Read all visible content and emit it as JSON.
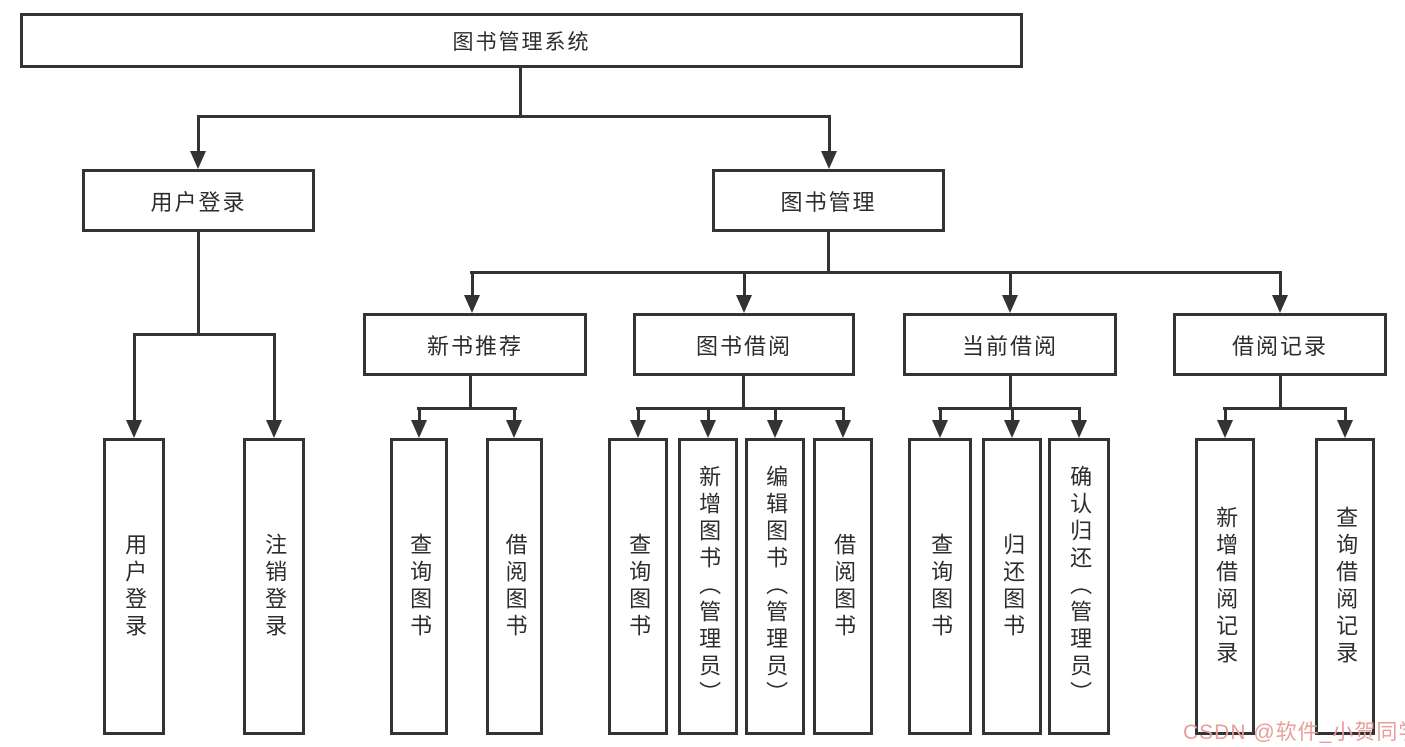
{
  "diagram": {
    "type": "hierarchy-tree",
    "root": {
      "label": "图书管理系统"
    },
    "level2": [
      {
        "label": "用户登录",
        "parent": "图书管理系统"
      },
      {
        "label": "图书管理",
        "parent": "图书管理系统"
      }
    ],
    "level3": [
      {
        "label": "新书推荐",
        "parent": "图书管理"
      },
      {
        "label": "图书借阅",
        "parent": "图书管理"
      },
      {
        "label": "当前借阅",
        "parent": "图书管理"
      },
      {
        "label": "借阅记录",
        "parent": "图书管理"
      }
    ],
    "leaves": [
      {
        "label": "用户登录",
        "parent": "用户登录"
      },
      {
        "label": "注销登录",
        "parent": "用户登录"
      },
      {
        "label": "查询图书",
        "parent": "新书推荐"
      },
      {
        "label": "借阅图书",
        "parent": "新书推荐"
      },
      {
        "label": "查询图书",
        "parent": "图书借阅"
      },
      {
        "label": "新增图书（管理员）",
        "parent": "图书借阅"
      },
      {
        "label": "编辑图书（管理员）",
        "parent": "图书借阅"
      },
      {
        "label": "借阅图书",
        "parent": "图书借阅"
      },
      {
        "label": "查询图书",
        "parent": "当前借阅"
      },
      {
        "label": "归还图书",
        "parent": "当前借阅"
      },
      {
        "label": "确认归还（管理员）",
        "parent": "当前借阅"
      },
      {
        "label": "新增借阅记录",
        "parent": "借阅记录"
      },
      {
        "label": "查询借阅记录",
        "parent": "借阅记录"
      }
    ]
  },
  "watermark": {
    "text": "CSDN @软件_小贺同学",
    "color": "#e89e9a"
  },
  "colors": {
    "line": "#333333",
    "box_border": "#333333",
    "text": "#2d2d2d",
    "background": "#ffffff"
  }
}
